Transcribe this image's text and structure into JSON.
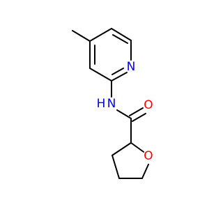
{
  "molecule": {
    "atoms": {
      "pyridine_n": {
        "symbol": "N",
        "color": "#0000ff"
      },
      "amide_n": {
        "symbol": "N",
        "color": "#0000ff",
        "hydrogen": "H"
      },
      "carbonyl_o": {
        "symbol": "O",
        "color": "#ff0000"
      },
      "ring_o": {
        "symbol": "O",
        "color": "#ff0000"
      }
    },
    "bond_color": "#000000"
  }
}
